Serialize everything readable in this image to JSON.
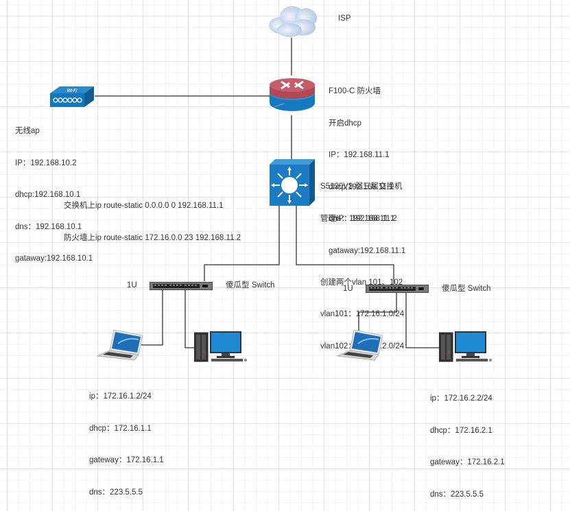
{
  "diagram": {
    "isp": {
      "label": "ISP",
      "icon": "cloud-icon"
    },
    "firewall": {
      "icon": "router-firewall-icon",
      "lines": [
        "F100-C 防火墙",
        "开启dhcp",
        "IP：192.168.11.1",
        "dhcp;192.168.11.1",
        "dns：192.168.11.1",
        "gataway:192.168.11.1"
      ]
    },
    "access_point": {
      "icon": "wireless-ap-icon",
      "lines": [
        "无线ap",
        "IP：192.168.10.2",
        "dhcp:192.168.10.1",
        "dns：192.168.10.1",
        "gataway:192.168.10.1"
      ]
    },
    "core_switch": {
      "icon": "layer3-switch-icon",
      "lines": [
        "S5120V3 弱三层交换机",
        "管理IP：192.168.11.2",
        "",
        "创建两个vlan 101、102",
        "vlan101：172.16.1.0/24",
        "vlan102：172.16.2.0/24"
      ]
    },
    "routes": {
      "lines": [
        "交换机上ip route-static 0.0.0.0 0 192.168.11.1",
        "防火墙上ip route-static 172.16.0.0 23 192.168.11.2"
      ]
    },
    "left_switch": {
      "icon": "switch-1u-icon",
      "size_label": "1U",
      "name_label": "傻瓜型 Switch"
    },
    "right_switch": {
      "icon": "switch-1u-icon",
      "size_label": "1U",
      "name_label": "傻瓜型 Switch"
    },
    "left_hosts": {
      "laptop_icon": "laptop-icon",
      "desktop_icon": "desktop-icon",
      "lines": [
        "ip：172.16.1.2/24",
        "dhcp：172.16.1.1",
        "gateway：172.16.1.1",
        "dns：223.5.5.5"
      ]
    },
    "right_hosts": {
      "laptop_icon": "laptop-icon",
      "desktop_icon": "desktop-icon",
      "lines": [
        "ip：172.16.2.2/24",
        "dhcp：172.16.2.1",
        "gateway：172.16.2.1",
        "dns：223.5.5.5"
      ]
    }
  }
}
